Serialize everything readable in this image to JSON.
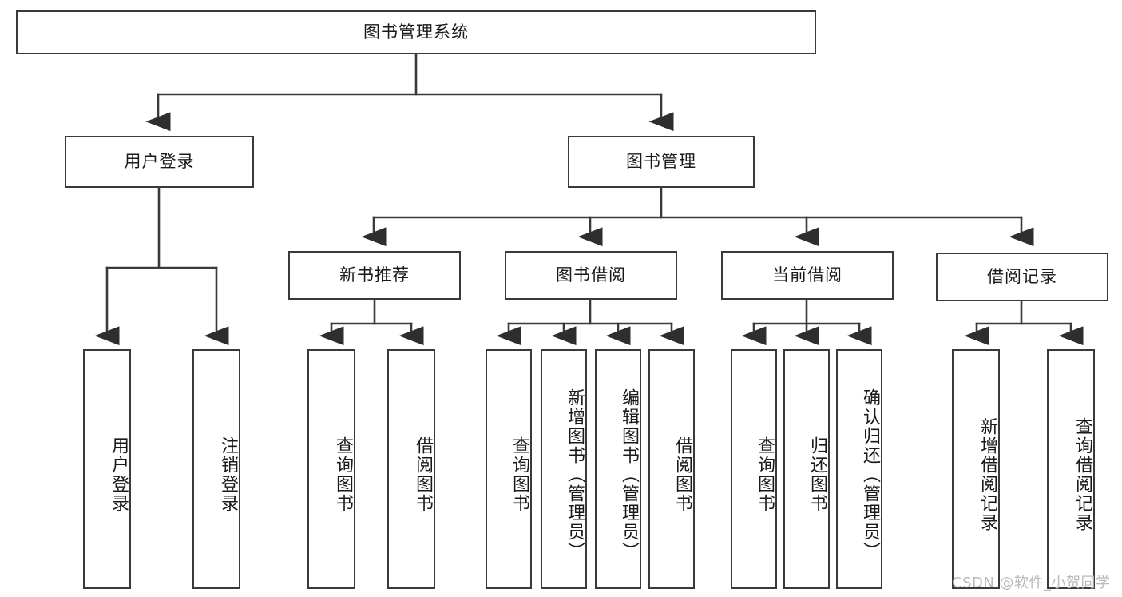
{
  "diagram": {
    "type": "tree",
    "title": "图书管理系统",
    "watermark": "CSDN @软件_小贺同学",
    "colors": {
      "stroke": "#3a3a3a",
      "fill": "#ffffff",
      "text": "#1a1a1a",
      "watermark": "#b9b9b9"
    },
    "levels": {
      "root": {
        "label": "图书管理系统"
      },
      "level2": [
        {
          "label": "用户登录"
        },
        {
          "label": "图书管理"
        }
      ],
      "level3": [
        {
          "label": "新书推荐"
        },
        {
          "label": "图书借阅"
        },
        {
          "label": "当前借阅"
        },
        {
          "label": "借阅记录"
        }
      ],
      "leaves": {
        "user_login": [
          {
            "label": "用户登录"
          },
          {
            "label": "注销登录"
          }
        ],
        "new_book_recommend": [
          {
            "label": "查询图书"
          },
          {
            "label": "借阅图书"
          }
        ],
        "book_borrow": [
          {
            "label": "查询图书"
          },
          {
            "label": "新增图书（管理员）"
          },
          {
            "label": "编辑图书（管理员）"
          },
          {
            "label": "借阅图书"
          }
        ],
        "current_borrow": [
          {
            "label": "查询图书"
          },
          {
            "label": "归还图书"
          },
          {
            "label": "确认归还（管理员）"
          }
        ],
        "borrow_record": [
          {
            "label": "新增借阅记录"
          },
          {
            "label": "查询借阅记录"
          }
        ]
      }
    }
  }
}
